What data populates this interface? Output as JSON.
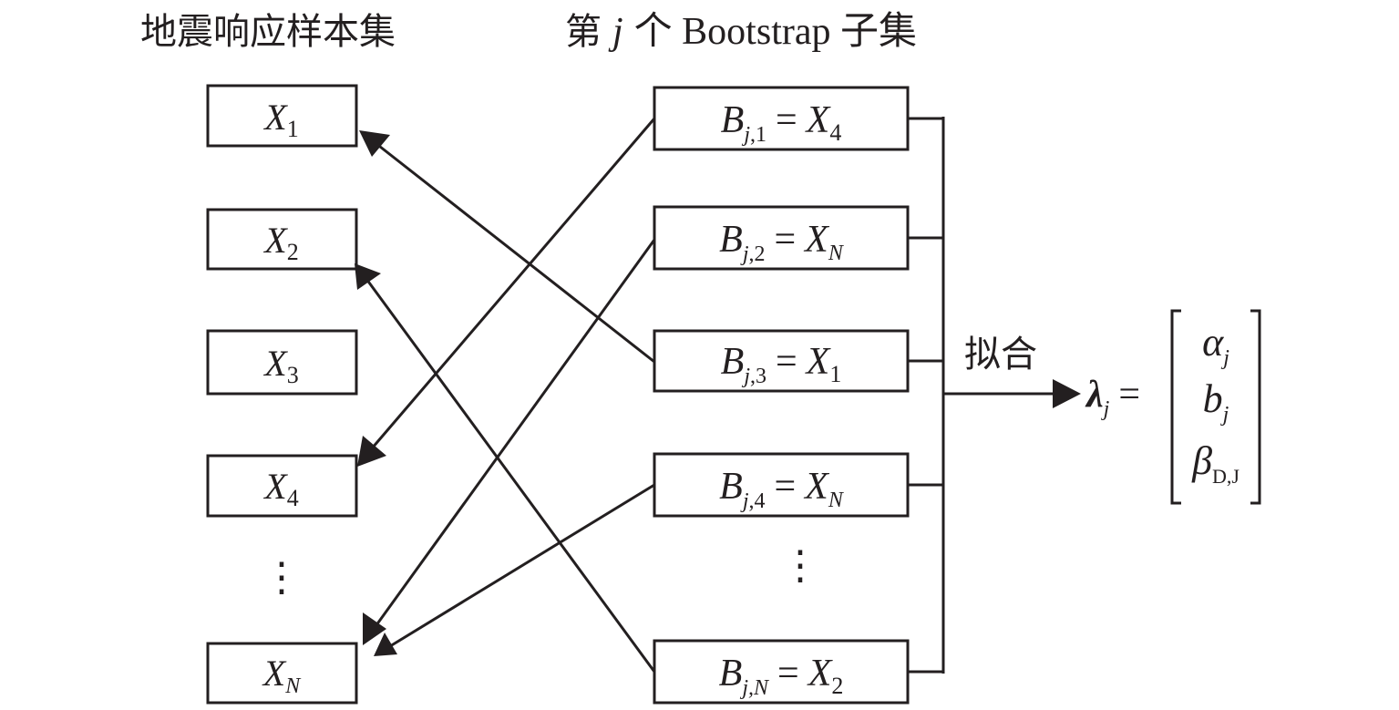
{
  "headers": {
    "left": "地震响应样本集",
    "right_prefix": "第",
    "right_var": "j",
    "right_mid": "个 Bootstrap 子集"
  },
  "sample_set": [
    {
      "var": "X",
      "sub": "1"
    },
    {
      "var": "X",
      "sub": "2"
    },
    {
      "var": "X",
      "sub": "3"
    },
    {
      "var": "X",
      "sub": "4"
    },
    {
      "var": "X",
      "sub": "N"
    }
  ],
  "bootstrap_subset": [
    {
      "lhs_var": "B",
      "lhs_sub_j": "j",
      "lhs_sub_idx": ",1",
      "eq": "=",
      "rhs_var": "X",
      "rhs_sub": "4",
      "maps_to_index": 3
    },
    {
      "lhs_var": "B",
      "lhs_sub_j": "j",
      "lhs_sub_idx": ",2",
      "eq": "=",
      "rhs_var": "X",
      "rhs_sub": "N",
      "maps_to_index": 4
    },
    {
      "lhs_var": "B",
      "lhs_sub_j": "j",
      "lhs_sub_idx": ",3",
      "eq": "=",
      "rhs_var": "X",
      "rhs_sub": "1",
      "maps_to_index": 0
    },
    {
      "lhs_var": "B",
      "lhs_sub_j": "j",
      "lhs_sub_idx": ",4",
      "eq": "=",
      "rhs_var": "X",
      "rhs_sub": "N",
      "maps_to_index": 4
    },
    {
      "lhs_var": "B",
      "lhs_sub_j": "j",
      "lhs_sub_idx": ",N",
      "eq": "=",
      "rhs_var": "X",
      "rhs_sub": "2",
      "maps_to_index": 1
    }
  ],
  "ellipsis": "⋮",
  "fit_label": "拟合",
  "result": {
    "lhs_var": "λ",
    "lhs_sub": "j",
    "eq": "=",
    "vector": [
      {
        "var": "α",
        "sub": "j"
      },
      {
        "var": "b",
        "sub": "j"
      },
      {
        "var": "β",
        "sub": "D,J"
      }
    ]
  }
}
